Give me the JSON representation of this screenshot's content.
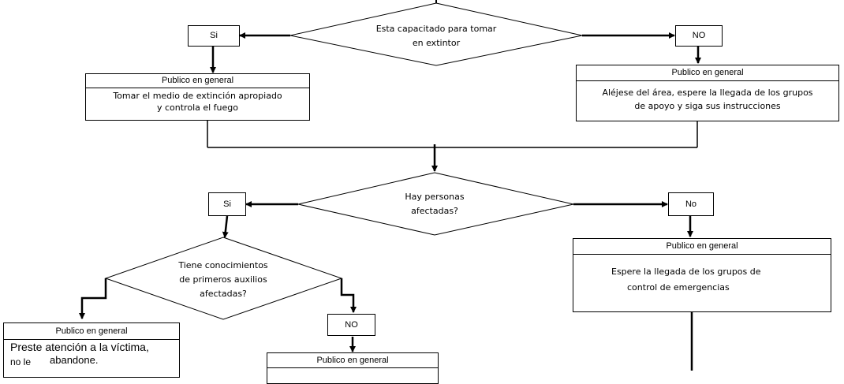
{
  "decision1": {
    "line1": "Esta capacitado para tomar",
    "line2": "en extintor",
    "yes": "Si",
    "no": "NO"
  },
  "yes1_box": {
    "header": "Publico en general",
    "line1": "Tomar el medio de extinción apropiado",
    "line2": "y controla el fuego"
  },
  "no1_box": {
    "header": "Publico en general",
    "line1": "Aléjese del  área, espere la llegada de los grupos",
    "line2": "de apoyo y siga sus instrucciones"
  },
  "decision2": {
    "line1": "Hay personas",
    "line2": "afectadas?",
    "yes": "Si",
    "no": "No"
  },
  "no2_box": {
    "header": "Publico en general",
    "line1": "Espere la llegada de los grupos de",
    "line2": "control de emergencias"
  },
  "decision3": {
    "line1": "Tiene conocimientos",
    "line2": "de primeros auxilios",
    "line3": "afectadas?",
    "no": "NO"
  },
  "yes3_box": {
    "header": "Publico en general",
    "line1": "Preste atención a la víctima,",
    "line2a": "no le",
    "line2b": "abandone."
  },
  "no3_box": {
    "header": "Publico en general"
  }
}
